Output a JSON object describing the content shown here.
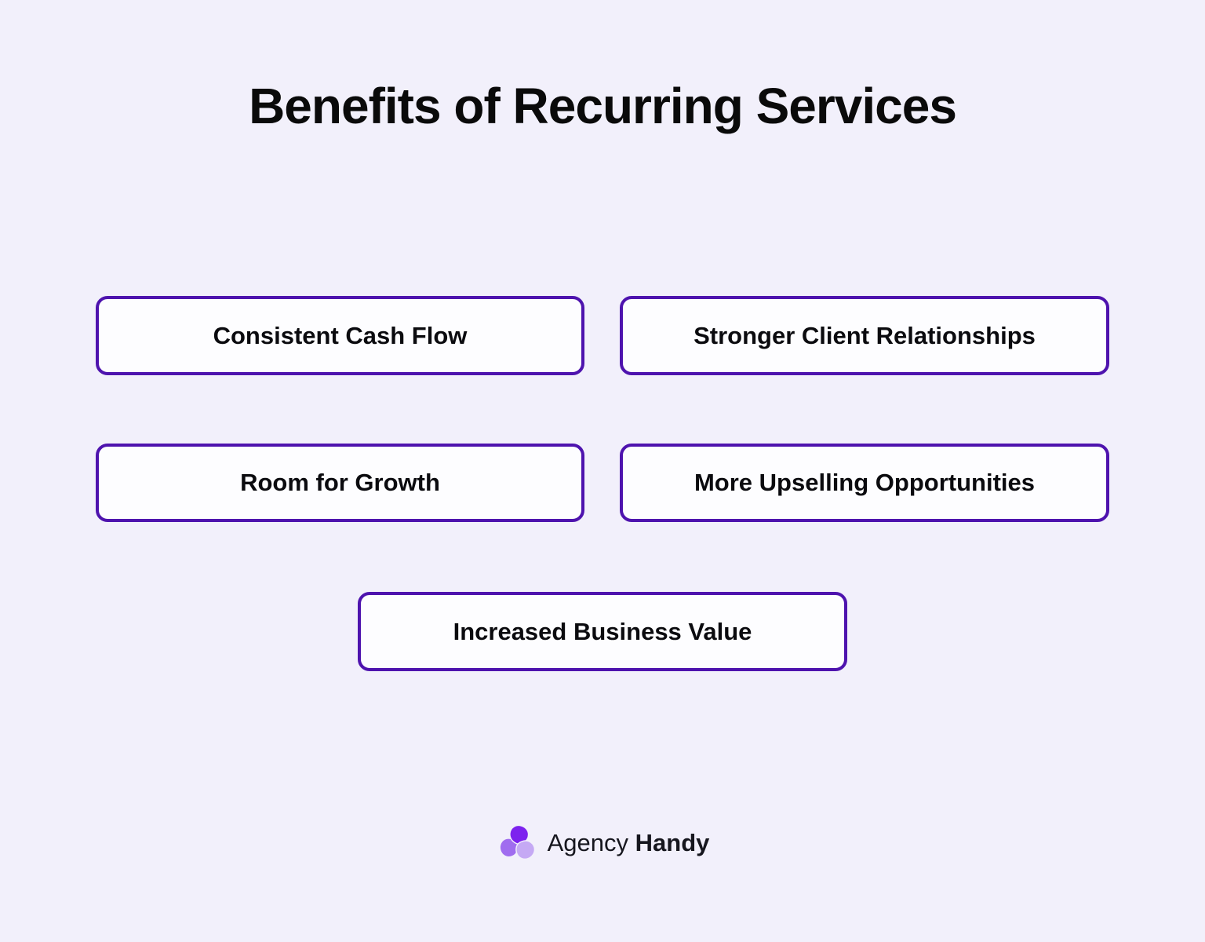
{
  "page": {
    "background": "#f2f0fb"
  },
  "title": "Benefits of Recurring Services",
  "benefits": [
    {
      "label": "Consistent Cash Flow"
    },
    {
      "label": "Stronger Client Relationships"
    },
    {
      "label": "Room for Growth"
    },
    {
      "label": "More Upselling Opportunities"
    },
    {
      "label": "Increased Business Value"
    }
  ],
  "footer": {
    "brand_first": "Agency",
    "brand_second": "Handy",
    "logo_icon": "agency-handy-swirl-icon"
  },
  "colors": {
    "box_border": "#4e13ae",
    "box_background": "#fdfdff",
    "title": "#0a0a0a",
    "benefit_text": "#0b0b0f",
    "brand_text": "#16161e",
    "logo_lobe_dark": "#7d22ee",
    "logo_lobe_medium": "#a06cef",
    "logo_lobe_light": "#c5a9f4"
  }
}
